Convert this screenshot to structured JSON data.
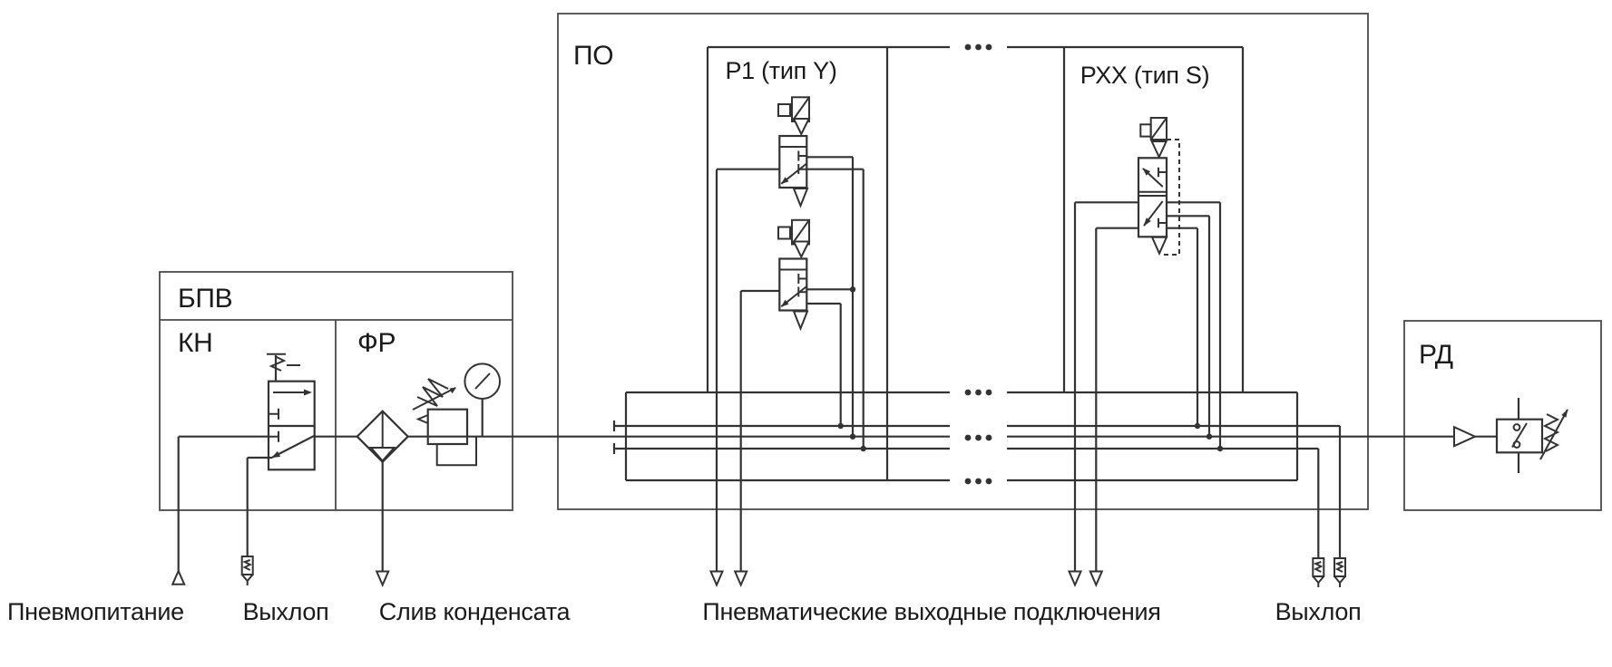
{
  "diagram": {
    "type": "pneumatic-schematic",
    "blocks": {
      "bpv": "БПВ",
      "kn": "КН",
      "fr": "ФР",
      "po": "ПО",
      "rd": "РД"
    },
    "valve_groups": {
      "p1": "Р1 (тип Y)",
      "rxx": "РХХ (тип S)"
    },
    "port_labels": {
      "supply": "Пневмопитание",
      "exhaust_left": "Выхлоп",
      "condensate": "Слив конденсата",
      "outputs": "Пневматические выходные подключения",
      "exhaust_right": "Выхлоп"
    },
    "colors": {
      "line": "#333333",
      "box_border": "#4a4a4a",
      "text": "#1b1b1b",
      "background": "#ffffff"
    }
  }
}
